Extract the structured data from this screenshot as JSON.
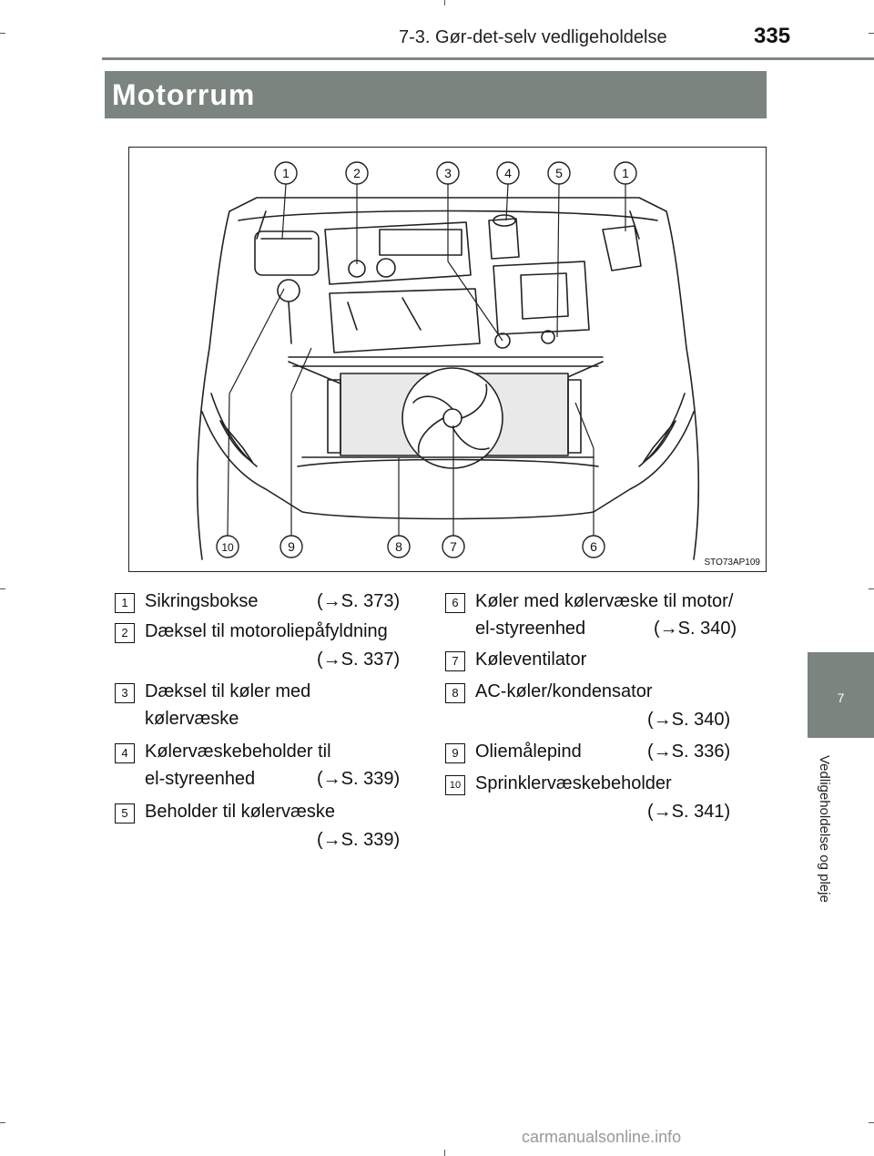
{
  "header": {
    "chapter": "7-3. Gør-det-selv vedligeholdelse",
    "page_number": "335"
  },
  "section_title": "Motorrum",
  "side_tab": {
    "number": "7",
    "label": "Vedligeholdelse og pleje"
  },
  "figure": {
    "code": "STO73AP109",
    "callouts": [
      "1",
      "2",
      "3",
      "4",
      "5",
      "1",
      "10",
      "9",
      "8",
      "7",
      "6"
    ]
  },
  "items": [
    {
      "num": "1",
      "label": "Sikringsbokse",
      "ref": "(→S. 373)"
    },
    {
      "num": "2",
      "label": "Dæksel til motoroliepåfyldning",
      "ref": "(→S. 337)"
    },
    {
      "num": "3",
      "label": "Dæksel til køler med",
      "label2": "kølervæske"
    },
    {
      "num": "4",
      "label": "Kølervæskebeholder til",
      "label2": "el-styreenhed",
      "ref": "(→S. 339)"
    },
    {
      "num": "5",
      "label": "Beholder til kølervæske",
      "ref": "(→S. 339)"
    },
    {
      "num": "6",
      "label": "Køler med kølervæske til motor/",
      "label2": "el-styreenhed",
      "ref": "(→S. 340)"
    },
    {
      "num": "7",
      "label": "Køleventilator"
    },
    {
      "num": "8",
      "label": "AC-køler/kondensator",
      "ref": "(→S. 340)"
    },
    {
      "num": "9",
      "label": "Oliemålepind",
      "ref": "(→S. 336)"
    },
    {
      "num": "10",
      "label": "Sprinklervæskebeholder",
      "ref": "(→S. 341)"
    }
  ],
  "footer": "carmanualsonline.info"
}
